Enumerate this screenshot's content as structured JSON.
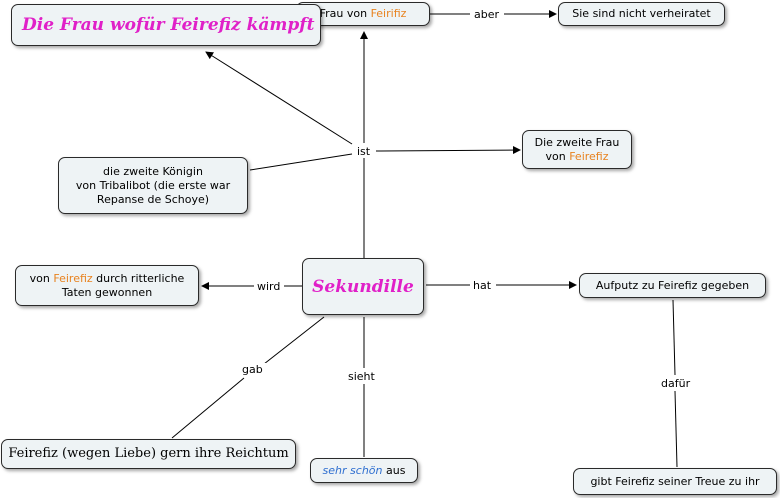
{
  "colors": {
    "node_fill": "#eef3f5",
    "highlight": "#e8821e",
    "title": "#e020c8",
    "link": "#000000",
    "italic_blue": "#2f6fd0"
  },
  "nodes": {
    "title": "Die Frau wofür Feirefiz kämpft",
    "frau_von_pre": "Frau von ",
    "frau_von_name": "Feirifiz",
    "nicht_verheiratet": "Sie sind nicht verheiratet",
    "zweite_frau_line1": "Die zweite Frau",
    "zweite_frau_pre": "von ",
    "zweite_frau_name": "Feirefiz",
    "koenigin_line1": "die zweite Königin",
    "koenigin_line2": "von Tribalibot (die erste war",
    "koenigin_line3": "Repanse de Schoye)",
    "center": "Sekundille",
    "ritter_pre": "von ",
    "ritter_name": "Feirefiz",
    "ritter_post": " durch ritterliche",
    "ritter_line2": "Taten gewonnen",
    "aufputz": "Aufputz zu Feirefiz gegeben",
    "reichtum": "Feirefiz (wegen Liebe) gern ihre Reichtum",
    "schoen_italic": "sehr schön",
    "schoen_post": " aus",
    "treue": "gibt Feirefiz seiner Treue zu ihr"
  },
  "links": {
    "aber": "aber",
    "ist": "ist",
    "wird": "wird",
    "hat": "hat",
    "gab": "gab",
    "sieht": "sieht",
    "dafuer": "dafür"
  }
}
